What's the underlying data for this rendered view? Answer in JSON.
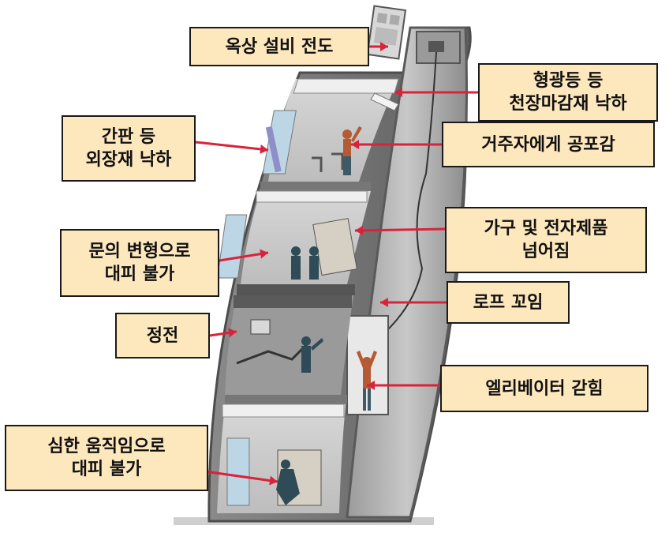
{
  "labels": {
    "rooftop": [
      "옥상 설비 전도"
    ],
    "ceiling": [
      "형광등 등",
      "천장마감재 낙하"
    ],
    "exterior": [
      "간판 등",
      "외장재 낙하"
    ],
    "fear": [
      "거주자에게 공포감"
    ],
    "door": [
      "문의 변형으로",
      "대피 불가"
    ],
    "furniture": [
      "가구 및 전자제품",
      "넘어짐"
    ],
    "rope": [
      "로프 꼬임"
    ],
    "blackout": [
      "정전"
    ],
    "elevator": [
      "엘리베이터 갇힘"
    ],
    "movement": [
      "심한 움직임으로",
      "대피 불가"
    ]
  },
  "colors": {
    "label_fill": "#fde7bd",
    "arrow": "#d9233a",
    "building_frame": "#6f6f6f",
    "wall": "#b9b9b9",
    "glass": "#bcd6e6"
  }
}
